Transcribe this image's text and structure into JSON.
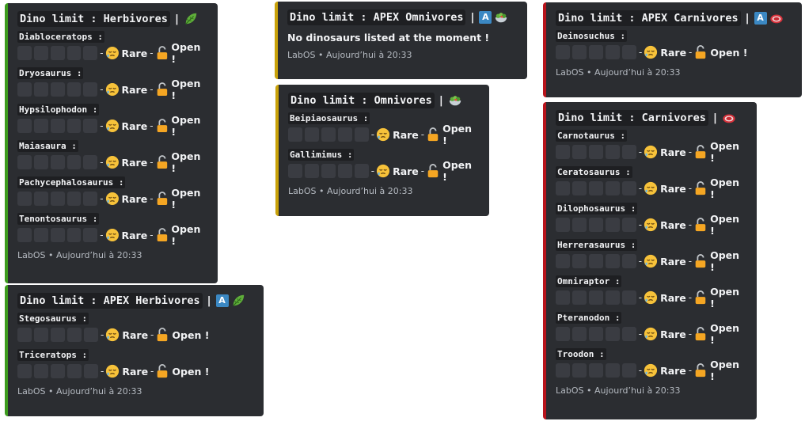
{
  "common": {
    "rarity_label": "Rare",
    "status_label": "Open !",
    "dash": "-",
    "separator": "|",
    "footer": "LabOS • Aujourd’hui à 20:33",
    "icons": {
      "rarity": "sleepy-face-icon",
      "status": "open-lock-icon",
      "herbivore": "leafy-green-icon",
      "omnivore": "salad-icon",
      "carnivore": "steak-icon",
      "apex": "letter-a-icon"
    },
    "colors": {
      "herbivores": "#3d9b1e",
      "omnivores": "#c9a20a",
      "carnivores": "#b8141c"
    }
  },
  "embeds": {
    "herbivores": {
      "title": "Dino limit : Herbivores",
      "dinos": [
        "Diabloceratops :",
        "Dryosaurus :",
        "Hypsilophodon :",
        "Maiasaura :",
        "Pachycephalosaurus :",
        "Tenontosaurus :"
      ]
    },
    "apex_herbivores": {
      "title": "Dino limit : APEX Herbivores",
      "badge": "A",
      "dinos": [
        "Stegosaurus :",
        "Triceratops :"
      ]
    },
    "apex_omnivores": {
      "title": "Dino limit : APEX Omnivores",
      "badge": "A",
      "message": "No dinosaurs listed at the moment !"
    },
    "omnivores": {
      "title": "Dino limit : Omnivores",
      "dinos": [
        "Beipiaosaurus :",
        "Gallimimus :"
      ]
    },
    "apex_carnivores": {
      "title": "Dino limit : APEX Carnivores",
      "badge": "A",
      "dinos": [
        "Deinosuchus :"
      ]
    },
    "carnivores": {
      "title": "Dino limit : Carnivores",
      "dinos": [
        "Carnotaurus :",
        "Ceratosaurus :",
        "Dilophosaurus :",
        "Herrerasaurus :",
        "Omniraptor :",
        "Pteranodon :",
        "Troodon :"
      ]
    }
  }
}
